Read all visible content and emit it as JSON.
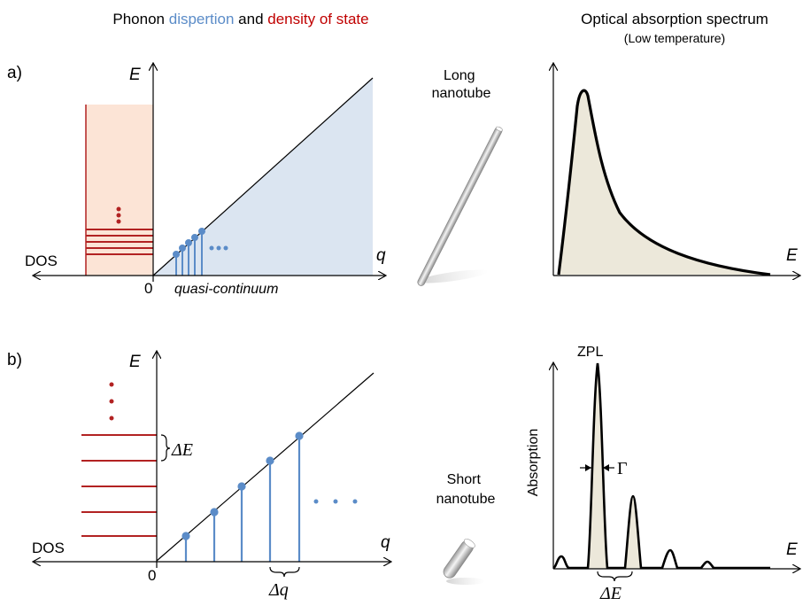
{
  "header": {
    "title_part1": "Phonon ",
    "title_dispersion": "dispertion",
    "title_and": " and ",
    "title_dos": "density of state",
    "right_title": "Optical absorption spectrum",
    "right_subtitle": "(Low temperature)"
  },
  "panel_a": {
    "label": "a)",
    "axis_e": "E",
    "axis_q": "q",
    "dos_label": "DOS",
    "zero_label": "0",
    "continuum_label": "quasi-continuum",
    "tube_label_line1": "Long",
    "tube_label_line2": "nanotube",
    "spectrum_axis_e": "E"
  },
  "panel_b": {
    "label": "b)",
    "axis_e": "E",
    "axis_q": "q",
    "dos_label": "DOS",
    "zero_label": "0",
    "delta_e_level": "ΔE",
    "delta_q": "Δq",
    "tube_label_line1": "Short",
    "tube_label_line2": "nanotube",
    "zpl_label": "ZPL",
    "absorption_label": "Absorption",
    "gamma_label": "Γ",
    "spectrum_delta_e": "ΔE",
    "spectrum_axis_e": "E"
  },
  "colors": {
    "dispersion_blue": "#5b8cc8",
    "dos_red": "#b22222",
    "blue_fill": "#dbe5f1",
    "orange_fill": "#fce4d6",
    "spectrum_fill": "#ece8da"
  }
}
